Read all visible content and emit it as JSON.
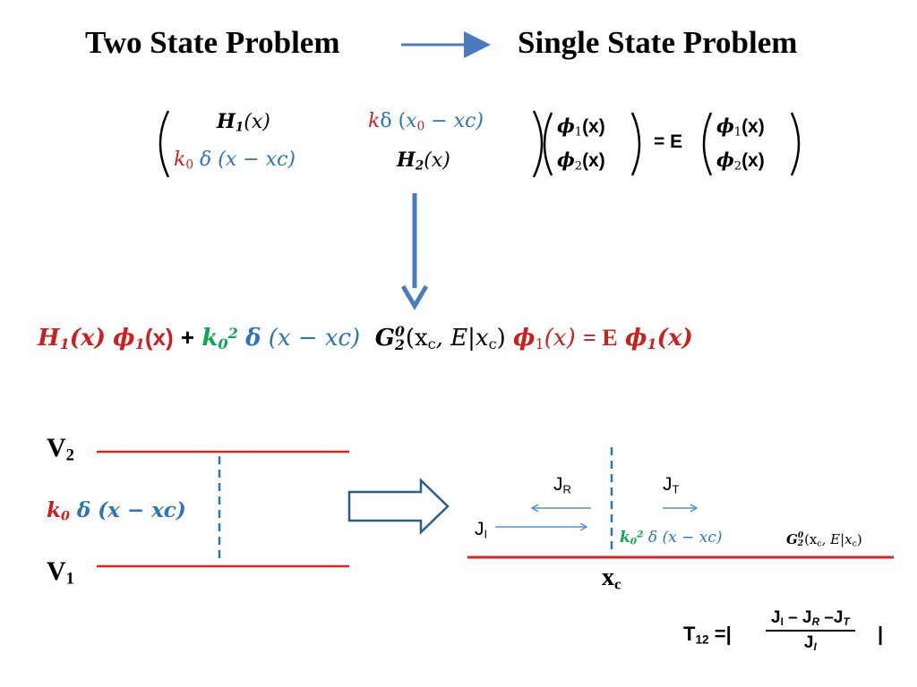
{
  "titles": {
    "left": "Two State Problem",
    "right": "Single State Problem"
  },
  "matrix": {
    "h1": "H",
    "h1_sub": "1",
    "h1_arg": "(x)",
    "k": "k",
    "delta_top": "δ (",
    "x0": "x",
    "x0_sub": "0",
    "minus_xc_top": " − xc)",
    "k0": "k",
    "k0_sub": "0",
    "delta_bot": " δ (x − xc)",
    "h2": "H",
    "h2_sub": "2",
    "h2_arg": "(x)",
    "phi": "ϕ",
    "phi1_sub": "1",
    "phi2_sub": "2",
    "phi_arg": "(x)",
    "eq": "= E"
  },
  "equation": {
    "h1": "H",
    "h1_sub": "1",
    "h1_arg": "(x)",
    "phi_a": "ϕ",
    "phi_a_sub": "1",
    "phi_a_arg": "(x)",
    "plus": "+",
    "k": "k",
    "k_sub": "0",
    "k_sup": "2",
    "delta": "δ",
    "delta_arg": "(x − xc)",
    "g": "G",
    "g_sub": "2",
    "g_sup": "0",
    "g_args_a": "(x",
    "g_args_c": "c",
    "g_args_b": ", E|x",
    "g_args_d": "c",
    "g_args_e": ")",
    "phi_b": "ϕ",
    "phi_b_sub": "1",
    "phi_b_arg": "(x)",
    "rhs": "= E",
    "phi_c": "ϕ",
    "phi_c_sub": "1",
    "phi_c_arg": "(x)"
  },
  "left_diagram": {
    "v2": "V",
    "v2_sub": "2",
    "v1": "V",
    "v1_sub": "1",
    "k": "k",
    "k_sub": "0",
    "delta": " δ (x − xc)"
  },
  "right_diagram": {
    "jr": "J",
    "jr_sub": "R",
    "jt": "J",
    "jt_sub": "T",
    "ji": "J",
    "ji_sub": "I",
    "k": "k",
    "k_sub": "0",
    "k_sup": "2",
    "delta": " δ (x − xc)",
    "g": "G",
    "g_sub": "2",
    "g_sup": "0",
    "g_args": "(x",
    "g_c": "c",
    "g_mid": ", E|x",
    "g_c2": "c",
    "g_end": ")",
    "xc": "x",
    "xc_sub": "c"
  },
  "transmission": {
    "t": "T",
    "t_sub": "12",
    "eq": "=|",
    "num_a": "J",
    "num_a_sub": "I",
    "num_b": "– J",
    "num_b_sub": "R",
    "num_c": " –J",
    "num_c_sub": "T",
    "den": "J",
    "den_sub": "I",
    "close": "|"
  },
  "colors": {
    "red": "#cc1f1f",
    "blue": "#2e75b6",
    "green": "#10a550",
    "arrow": "#4a7bbf"
  }
}
